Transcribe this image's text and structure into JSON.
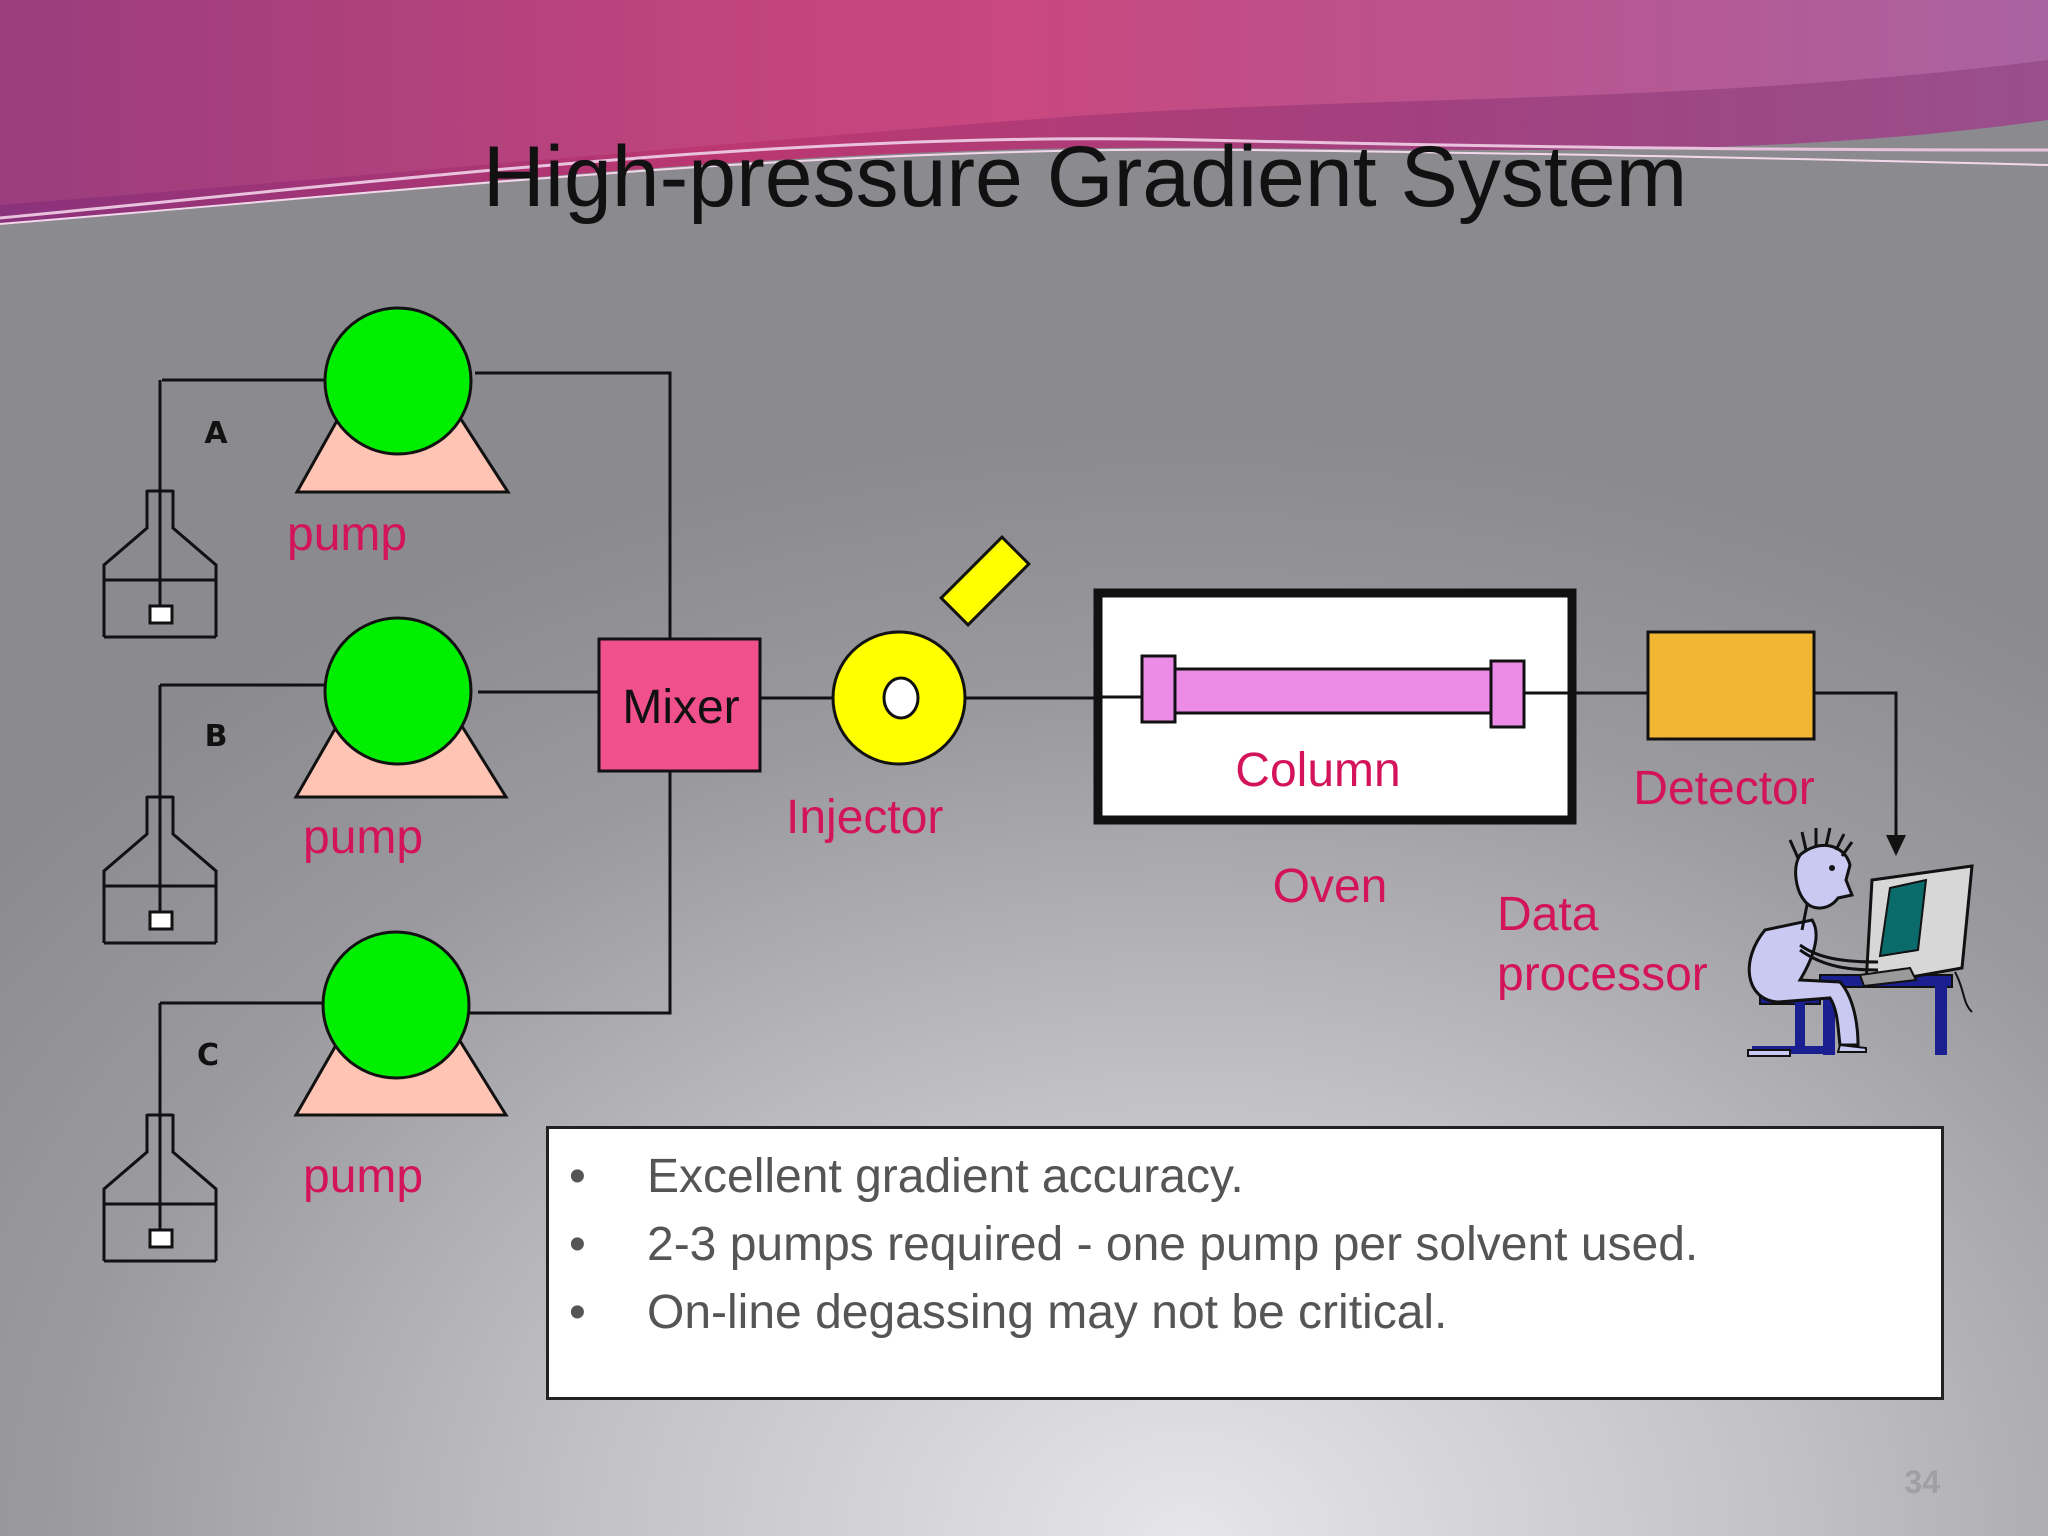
{
  "slide": {
    "title": "High-pressure Gradient System",
    "page_number": "34"
  },
  "diagram": {
    "solvent_labels": [
      "A",
      "B",
      "C"
    ],
    "pump_label": "pump",
    "mixer_label": "Mixer",
    "injector_label": "Injector",
    "column_label": "Column",
    "oven_label": "Oven",
    "detector_label": "Detector",
    "data_processor_label_line1": "Data",
    "data_processor_label_line2": "processor"
  },
  "bullets": [
    "Excellent gradient accuracy.",
    "2-3 pumps required - one pump per solvent used.",
    "On-line degassing may not be critical."
  ],
  "colors": {
    "pump_head": "#00ee00",
    "pump_base": "#ffc4b4",
    "mixer": "#f0508c",
    "injector": "#ffff00",
    "column": "#ec8ce8",
    "detector": "#f2b634",
    "label_text": "#d4145a"
  }
}
